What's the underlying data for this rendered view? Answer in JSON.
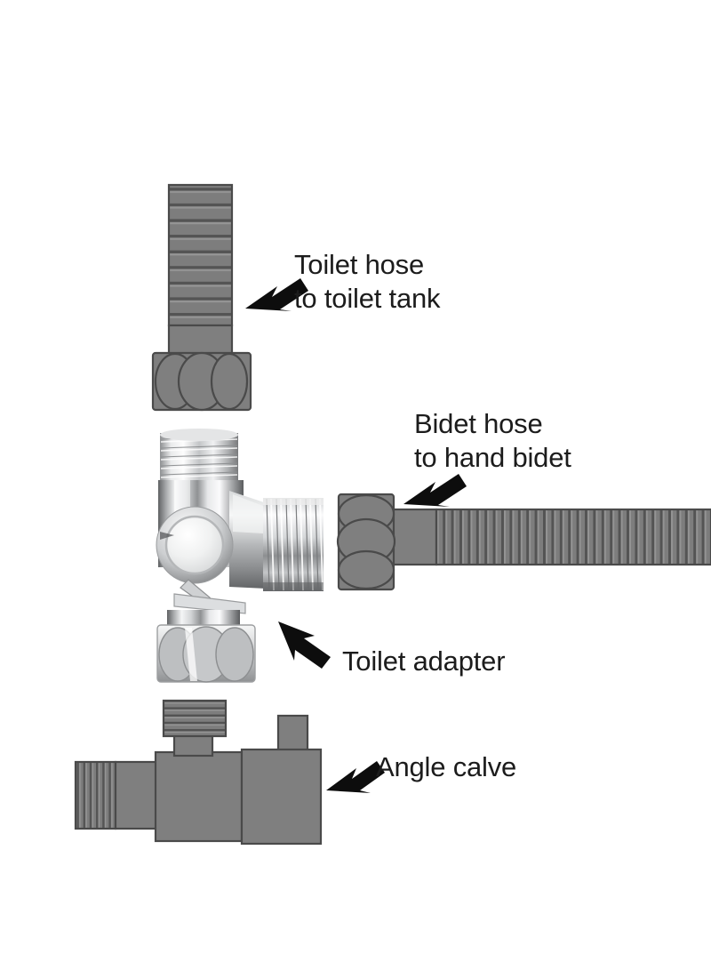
{
  "document": {
    "type": "product-installation-diagram",
    "title": "Bidet T-adapter installation parts diagram",
    "background_color": "#ffffff"
  },
  "colors": {
    "part_gray": "#7f7f7f",
    "part_gray_dark": "#6e6e6e",
    "part_gray_light": "#8d8d8d",
    "outline": "#4a4a4a",
    "rib_dark": "#5a5a5a",
    "text": "#1c1c1c",
    "arrow": "#0d0d0d",
    "chrome_light": "#f2f2f2",
    "chrome_mid": "#c9c9c9",
    "chrome_dark": "#6f6f6f",
    "chrome_shadow": "#3d3d3d",
    "knob_face": "#eceded"
  },
  "callouts": [
    {
      "id": "toilet-hose",
      "line1": "Toilet hose",
      "line2": "to toilet tank",
      "arrow_direction": "down-left",
      "points_to": "toilet-hose-part"
    },
    {
      "id": "bidet-hose",
      "line1": "Bidet hose",
      "line2": "to hand bidet",
      "arrow_direction": "down-left",
      "points_to": "bidet-hose-part"
    },
    {
      "id": "toilet-adapter",
      "line1": "Toilet adapter",
      "line2": "",
      "arrow_direction": "up-left",
      "points_to": "toilet-adapter-part"
    },
    {
      "id": "angle-valve",
      "line1": "Angle calve",
      "line2": "",
      "arrow_direction": "down-left",
      "points_to": "angle-valve-part"
    }
  ],
  "parts": [
    {
      "id": "toilet-hose-part",
      "name": "Toilet hose",
      "orientation": "vertical",
      "texture": "horizontal-ribs",
      "fitting": "hex-nut-horizontal"
    },
    {
      "id": "toilet-adapter-part",
      "name": "Toilet adapter",
      "finish": "polished-chrome",
      "ports": [
        "top-threaded",
        "side-threaded",
        "bottom-hex-nut"
      ],
      "control": "round-diverter-knob"
    },
    {
      "id": "bidet-hose-part",
      "name": "Bidet hose",
      "orientation": "horizontal",
      "texture": "vertical-ribs",
      "fitting": "hex-nut-vertical"
    },
    {
      "id": "angle-valve-part",
      "name": "Angle calve",
      "orientation": "horizontal",
      "texture": "vertical-ribs-inlet",
      "features": [
        "knurled-handle-cap",
        "body-block",
        "outlet-block",
        "outlet-spigot"
      ]
    }
  ]
}
